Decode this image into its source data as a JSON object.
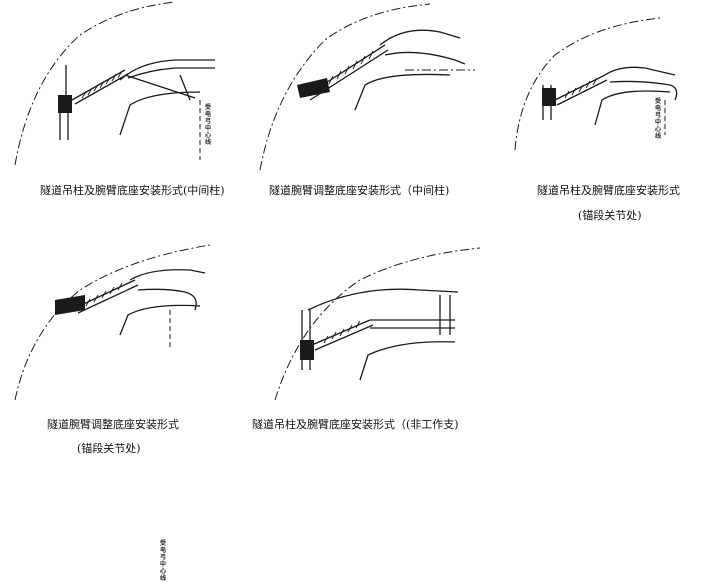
{
  "panels": [
    {
      "caption": "隧道吊柱及腕臂底座安装形式(中间柱)",
      "caption2": "",
      "vlabel": "受电弓中心线"
    },
    {
      "caption": "隧道腕臂调整底座安装形式（中间柱)",
      "caption2": ""
    },
    {
      "caption": "隧道吊柱及腕臂底座安装形式",
      "caption2": "(锚段关节处)",
      "vlabel": "受电弓中心线"
    },
    {
      "caption": "隧道腕臂调整底座安装形式",
      "caption2": "(锚段关节处)",
      "vlabel": "受电弓中心线"
    },
    {
      "caption": "隧道吊柱及腕臂底座安装形式（(非工作支)",
      "caption2": ""
    }
  ]
}
